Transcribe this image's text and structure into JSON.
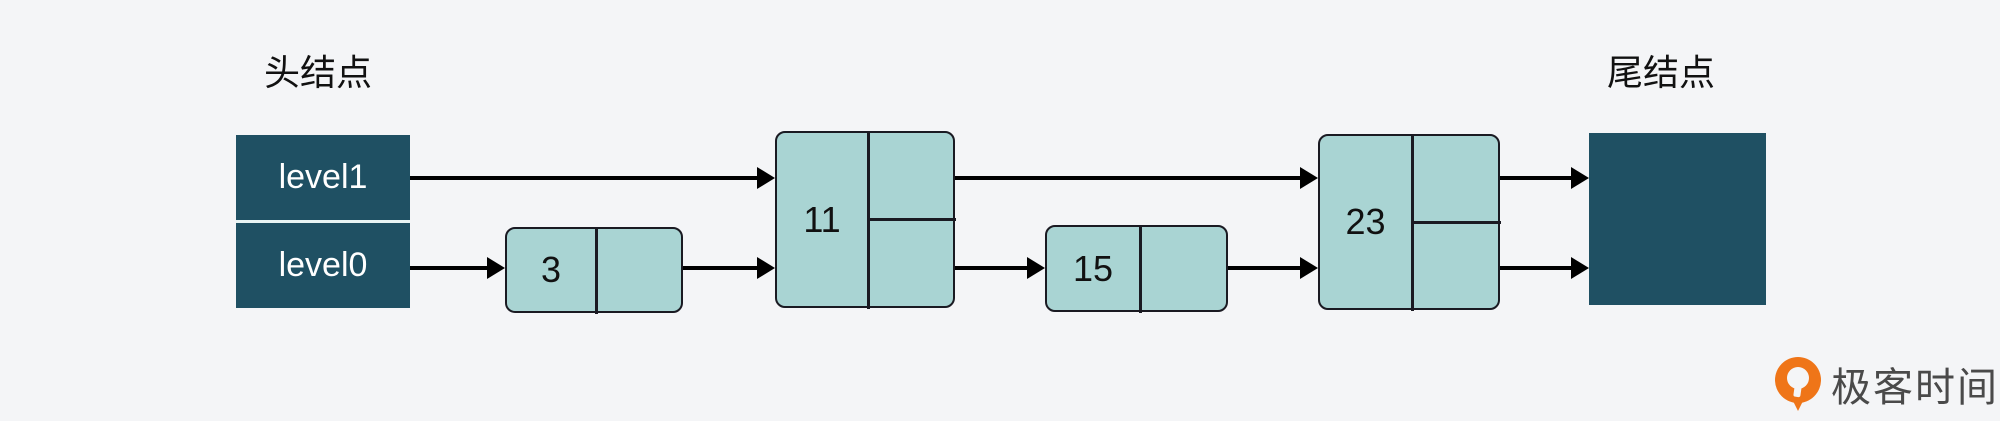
{
  "diagram": {
    "title_head": "头结点",
    "title_tail": "尾结点",
    "background_color": "#f4f5f7",
    "node_fill_color": "#a9d4d3",
    "terminal_fill_color": "#1f5063",
    "stroke_color": "#1a1a22",
    "head_node": {
      "name": "head-node",
      "levels": [
        "level1",
        "level0"
      ]
    },
    "tail_node": {
      "name": "tail-node",
      "label": ""
    },
    "nodes": [
      {
        "value": "3",
        "levels": 1
      },
      {
        "value": "11",
        "levels": 2
      },
      {
        "value": "15",
        "levels": 1
      },
      {
        "value": "23",
        "levels": 2
      }
    ],
    "links": {
      "level1": [
        "head",
        "11",
        "23",
        "tail"
      ],
      "level0": [
        "head",
        "3",
        "11",
        "15",
        "23",
        "tail"
      ]
    }
  },
  "watermark": {
    "brand": "极客时间",
    "icon": "geektime-pin-icon",
    "color": "#ef7518"
  }
}
